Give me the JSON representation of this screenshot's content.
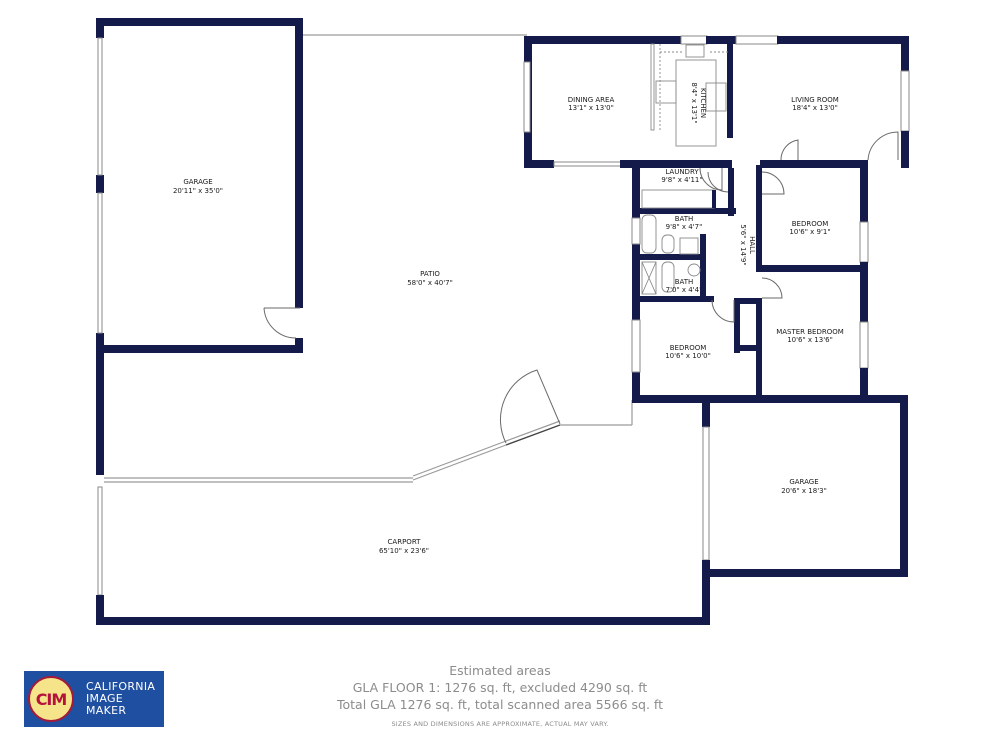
{
  "floorplan": {
    "rooms": [
      {
        "id": "garage-west",
        "name": "GARAGE",
        "dims": "20'11\" x 35'0\""
      },
      {
        "id": "patio",
        "name": "PATIO",
        "dims": "58'0\" x 40'7\""
      },
      {
        "id": "carport",
        "name": "CARPORT",
        "dims": "65'10\" x 23'6\""
      },
      {
        "id": "dining-area",
        "name": "DINING AREA",
        "dims": "13'1\" x 13'0\""
      },
      {
        "id": "kitchen",
        "name": "KITCHEN",
        "dims": "8'4\" x 13'1\""
      },
      {
        "id": "living-room",
        "name": "LIVING ROOM",
        "dims": "18'4\" x 13'0\""
      },
      {
        "id": "laundry",
        "name": "LAUNDRY",
        "dims": "9'8\" x 4'11\""
      },
      {
        "id": "bath-1",
        "name": "BATH",
        "dims": "9'8\" x 4'7\""
      },
      {
        "id": "bath-2",
        "name": "BATH",
        "dims": "7'0\" x 4'4\""
      },
      {
        "id": "hall",
        "name": "HALL",
        "dims": "5'6\" x 14'9\""
      },
      {
        "id": "bedroom-1",
        "name": "BEDROOM",
        "dims": "10'6\" x 9'1\""
      },
      {
        "id": "bedroom-2",
        "name": "BEDROOM",
        "dims": "10'6\" x 10'0\""
      },
      {
        "id": "master-bedroom",
        "name": "MASTER BEDROOM",
        "dims": "10'6\" x 13'6\""
      },
      {
        "id": "garage-east",
        "name": "GARAGE",
        "dims": "20'6\" x 18'3\""
      }
    ],
    "colors": {
      "wall": "#141a4a",
      "window": "#8a8a8a"
    }
  },
  "logo": {
    "initials": "CIM",
    "line1": "CALIFORNIA",
    "line2": "IMAGE",
    "line3": "MAKER",
    "bg_color": "#1f4fa0",
    "circle_color": "#f5e48a",
    "text_color": "#b5133c"
  },
  "summary": {
    "title": "Estimated areas",
    "gla_floor": "GLA FLOOR 1: 1276 sq. ft, excluded 4290 sq. ft",
    "total": "Total GLA 1276 sq. ft, total scanned area 5566 sq. ft",
    "disclaimer": "SIZES AND DIMENSIONS ARE APPROXIMATE, ACTUAL MAY VARY."
  }
}
